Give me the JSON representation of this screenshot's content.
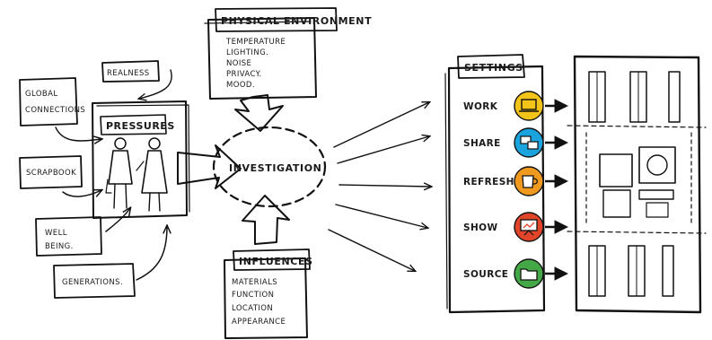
{
  "left": {
    "realness": "REALNESS",
    "global": [
      "GLOBAL",
      "CONNECTIONS"
    ],
    "pressures": "PRESSURES",
    "scrapbook": "SCRAPBOOK",
    "wellbeing": [
      "WELL",
      "BEING."
    ],
    "generations": "GENERATIONS."
  },
  "center": {
    "physical": {
      "title": "PHYSICAL ENVIRONMENT",
      "items": [
        "TEMPERATURE",
        "LIGHTING.",
        "NOISE",
        "PRIVACY.",
        "MOOD."
      ]
    },
    "investigation": "INVESTIGATION",
    "influences": {
      "title": "INFLUENCES",
      "items": [
        "MATERIALS",
        "FUNCTION",
        "LOCATION",
        "APPEARANCE"
      ]
    }
  },
  "settings": {
    "title": "SETTINGS",
    "items": [
      {
        "label": "WORK",
        "color": "#f2c318",
        "icon": "laptop-icon"
      },
      {
        "label": "SHARE",
        "color": "#1aa3dc",
        "icon": "chat-bubbles-icon"
      },
      {
        "label": "REFRESH",
        "color": "#ef9a1f",
        "icon": "coffee-cup-icon"
      },
      {
        "label": "SHOW",
        "color": "#e0452a",
        "icon": "presentation-board-icon"
      },
      {
        "label": "SOURCE",
        "color": "#43a845",
        "icon": "folder-icon"
      }
    ]
  }
}
